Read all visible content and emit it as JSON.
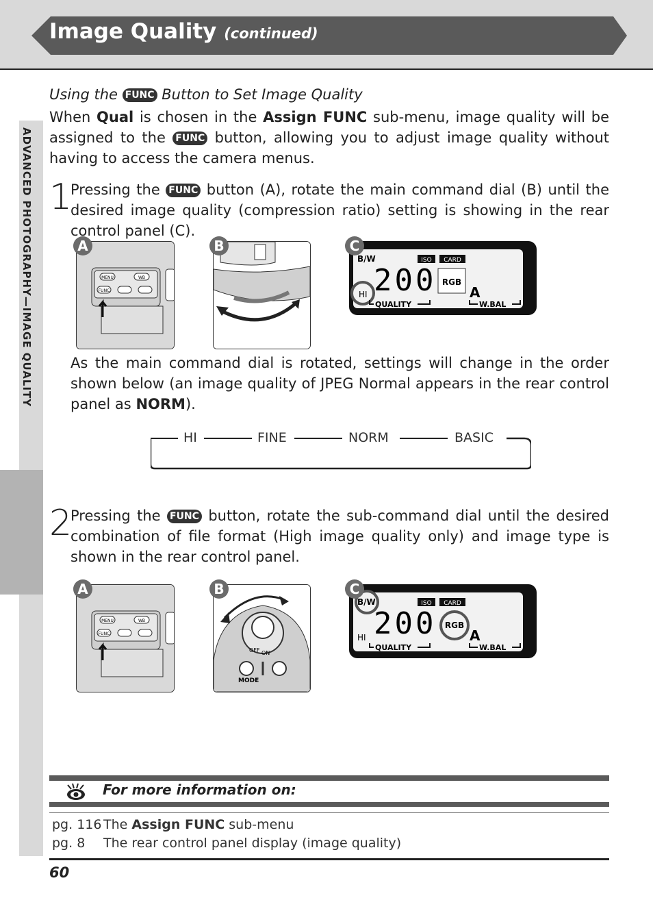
{
  "header": {
    "title": "Image Quality",
    "title_suffix": "(continued)"
  },
  "side_tab": "ADVANCED PHOTOGRAPHY—IMAGE QUALITY",
  "section": {
    "prefix": "Using the",
    "func_icon": "FUNC",
    "suffix": "Button to Set Image Quality"
  },
  "intro": {
    "t1": "When ",
    "b1": "Qual",
    "t2": " is chosen in the ",
    "b2": "Assign FUNC",
    "t3": " sub-menu, image quality will be assigned to the ",
    "t4": " button, allowing you to adjust image quality without having to access the camera menus."
  },
  "step1": {
    "num": "1",
    "t1": "Pressing the ",
    "t2": " button (A), rotate the main command dial (B) until the desired image quality (compression ratio) setting is showing in the rear control panel (C).",
    "follow_t1": "As the main command dial is rotated, settings will change in the order shown below (an image quality of JPEG Normal appears in the rear control panel as ",
    "follow_b": "NORM",
    "follow_t2": ")."
  },
  "sequence": [
    "HI",
    "FINE",
    "NORM",
    "BASIC"
  ],
  "step2": {
    "num": "2",
    "t1": "Pressing the ",
    "t2": " button, rotate the sub-command dial until the desired combination of file format (High image quality only) and image type is shown in the rear control panel."
  },
  "figure_labels": [
    "A",
    "B",
    "C"
  ],
  "camera_buttons": {
    "menu": "MENU",
    "wb": "WB",
    "func": "FUNC"
  },
  "dial_labels": {
    "off": "OFF",
    "on": "ON",
    "mode": "MODE"
  },
  "lcd": {
    "bw": "B/W",
    "iso": "ISO",
    "card": "CARD",
    "digits": "200",
    "rgb": "RGB",
    "quality": "QUALITY",
    "wbal": "W.BAL",
    "hi": "HI",
    "a": "A"
  },
  "info": {
    "title": "For more information on:",
    "refs": [
      {
        "page": "pg. 116",
        "pre": "The ",
        "bold": "Assign FUNC",
        "post": " sub-menu"
      },
      {
        "page": "pg. 8",
        "pre": "The rear control panel display (image quality)",
        "bold": "",
        "post": ""
      }
    ]
  },
  "page_number": "60"
}
